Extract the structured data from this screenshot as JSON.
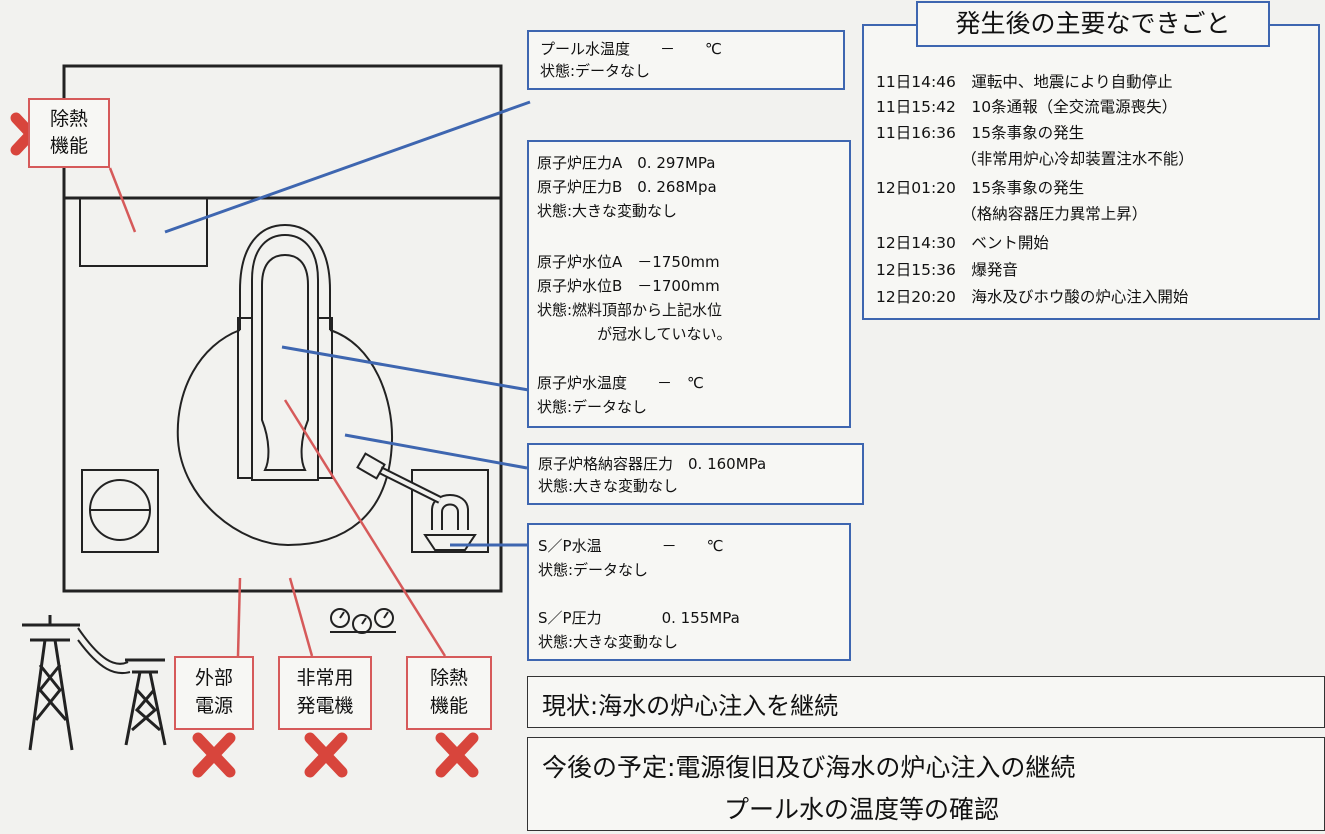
{
  "callouts": {
    "heat_removal_top": {
      "line1": "除熱",
      "line2": "機能"
    },
    "external_power": {
      "line1": "外部",
      "line2": "電源"
    },
    "emergency_generator": {
      "line1": "非常用",
      "line2": "発電機"
    },
    "heat_removal_bottom": {
      "line1": "除熱",
      "line2": "機能"
    }
  },
  "pool_box": {
    "lines": [
      "プール水温度　　－　　℃",
      "状態:データなし"
    ]
  },
  "reactor_box": {
    "lines": [
      "原子炉圧力A　0. 297MPa",
      "原子炉圧力B　0. 268Mpa",
      "状態:大きな変動なし",
      "原子炉水位A　－1750mm",
      "原子炉水位B　－1700mm",
      "状態:燃料頂部から上記水位",
      "　　　　が冠水していない。",
      "原子炉水温度　　－　℃",
      "状態:データなし"
    ]
  },
  "containment_box": {
    "lines": [
      "原子炉格納容器圧力　0. 160MPa",
      "状態:大きな変動なし"
    ]
  },
  "sp_box": {
    "lines": [
      "S／P水温　　　　－　　℃",
      "状態:データなし",
      "S／P圧力　　　　0. 155MPa",
      "状態:大きな変動なし"
    ]
  },
  "events": {
    "title": "発生後の主要なできごと",
    "items": [
      "11日14:46　運転中、地震により自動停止",
      "11日15:42　10条通報（全交流電源喪失）",
      "11日16:36　15条事象の発生",
      "　　　　　　（非常用炉心冷却装置注水不能）",
      "12日01:20　15条事象の発生",
      "　　　　　　（格納容器圧力異常上昇）",
      "12日14:30　ベント開始",
      "12日15:36　爆発音",
      "12日20:20　海水及びホウ酸の炉心注入開始"
    ]
  },
  "status": {
    "current": "現状:海水の炉心注入を継続",
    "plan_line1": "今後の予定:電源復旧及び海水の炉心注入の継続",
    "plan_line2": "プール水の温度等の確認"
  },
  "colors": {
    "accent_blue": "#3e66b0",
    "warning_red": "#d8453c",
    "callout_red": "#d65a5a"
  }
}
